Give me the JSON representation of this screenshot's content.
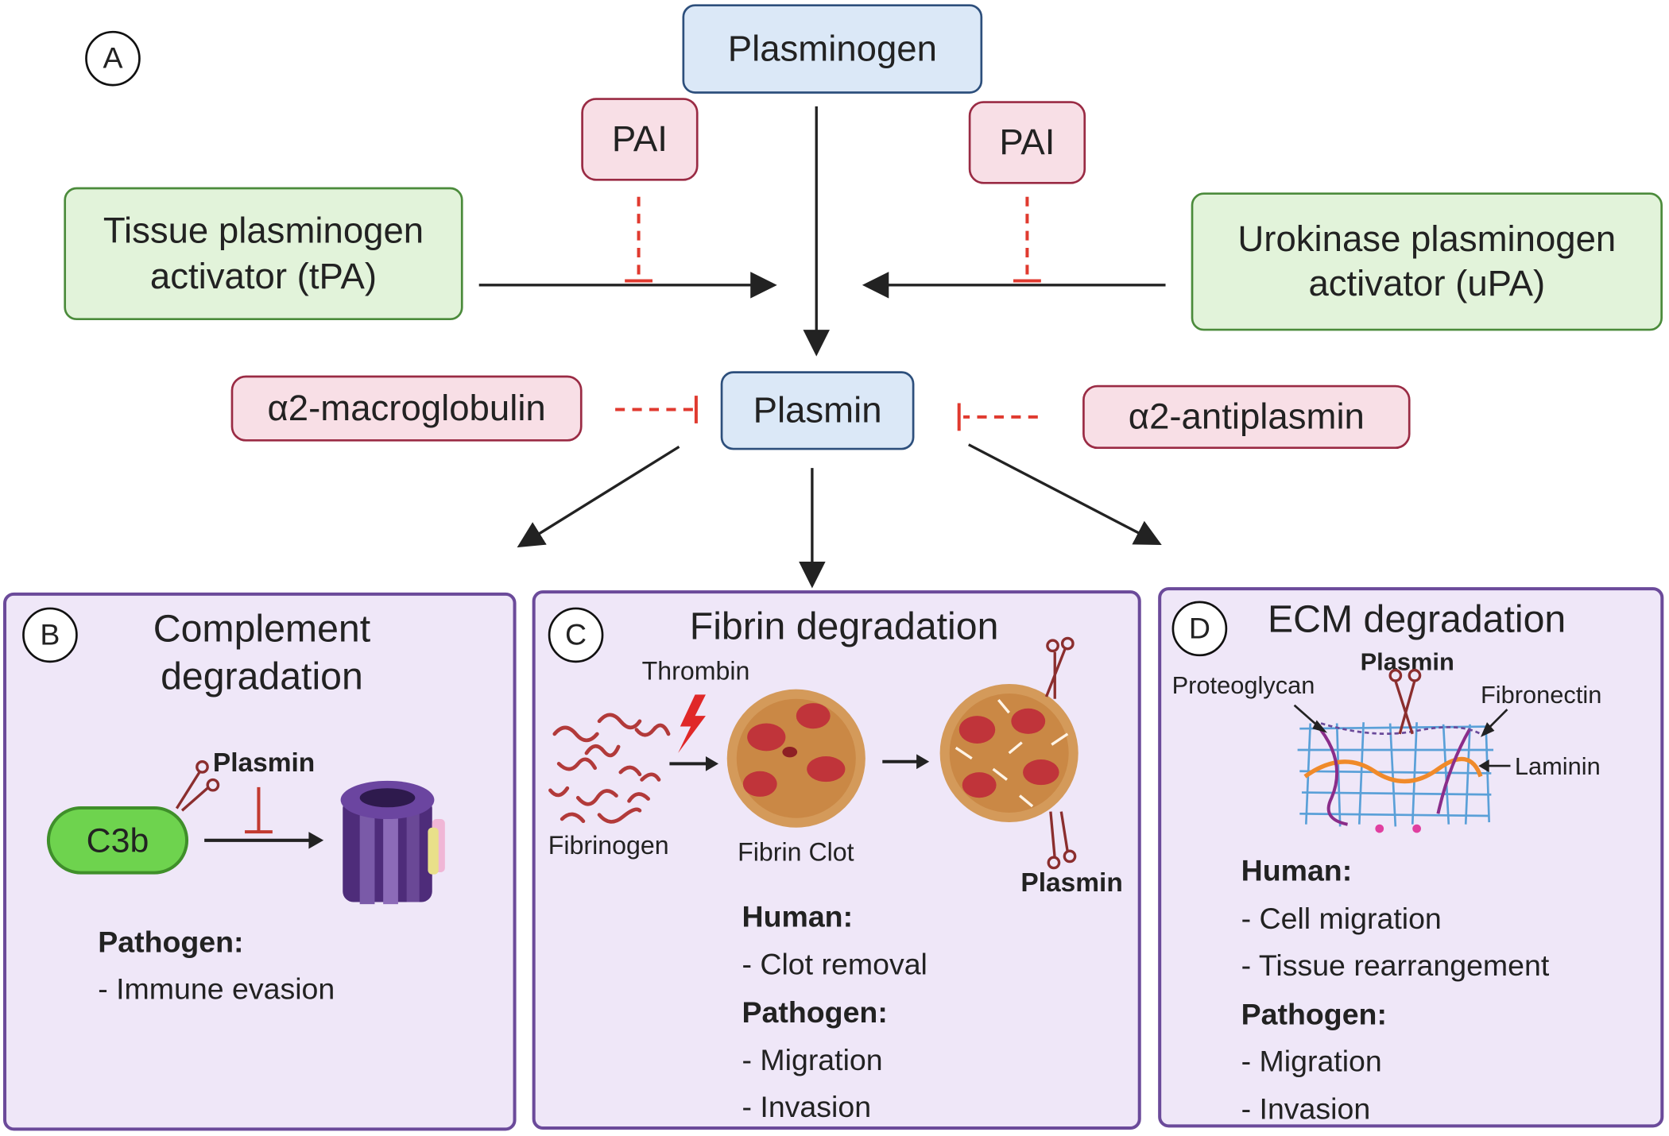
{
  "panel_a": {
    "label": "A",
    "plasminogen": "Plasminogen",
    "pai_left": "PAI",
    "pai_right": "PAI",
    "tpa": [
      "Tissue plasminogen",
      "activator (tPA)"
    ],
    "upa": [
      "Urokinase plasminogen",
      "activator (uPA)"
    ],
    "plasmin": "Plasmin",
    "macroglobulin": "α2-macroglobulin",
    "antiplasmin": "α2-antiplasmin"
  },
  "panel_b": {
    "label": "B",
    "title": [
      "Complement",
      "degradation"
    ],
    "c3b": "C3b",
    "plasmin": "Plasmin",
    "pathogen_heading": "Pathogen:",
    "pathogen_items": [
      "- Immune evasion"
    ]
  },
  "panel_c": {
    "label": "C",
    "title": "Fibrin degradation",
    "thrombin": "Thrombin",
    "fibrinogen": "Fibrinogen",
    "fibrin_clot": "Fibrin Clot",
    "plasmin": "Plasmin",
    "human_heading": "Human:",
    "human_items": [
      "- Clot removal"
    ],
    "pathogen_heading": "Pathogen:",
    "pathogen_items": [
      "- Migration",
      "- Invasion"
    ]
  },
  "panel_d": {
    "label": "D",
    "title": "ECM degradation",
    "plasmin": "Plasmin",
    "proteoglycan": "Proteoglycan",
    "fibronectin": "Fibronectin",
    "laminin": "Laminin",
    "human_heading": "Human:",
    "human_items": [
      "- Cell migration",
      "- Tissue rearrangement"
    ],
    "pathogen_heading": "Pathogen:",
    "pathogen_items": [
      "- Migration",
      "- Invasion"
    ]
  },
  "colors": {
    "activator_fill": "#e2f3da",
    "inhibitor_fill": "#f8dfe6",
    "protein_fill": "#dbe8f7",
    "panel_fill": "#efe7f8",
    "panel_border": "#6b4a9a",
    "inhibition_line": "#e03a2f"
  }
}
